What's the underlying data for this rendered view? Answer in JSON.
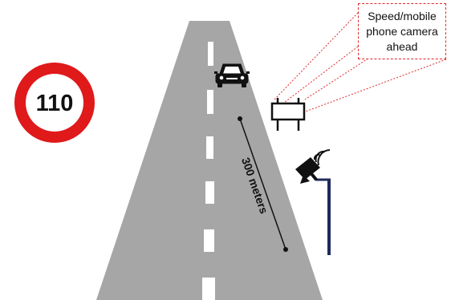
{
  "speed_sign": {
    "value": "110",
    "ring_color": "#e0191b"
  },
  "callout": {
    "text": "Speed/mobile phone camera ahead",
    "border_color": "#e02a2a"
  },
  "distance_label": "300 meters",
  "colors": {
    "road": "#a6a6a6",
    "lane_marking": "#ffffff",
    "camera_pole": "#1f2a5c",
    "callout_lines": "#e02a2a"
  },
  "icons": [
    "car-icon",
    "billboard-sign-icon",
    "camera-icon",
    "wireless-signal-icon"
  ]
}
